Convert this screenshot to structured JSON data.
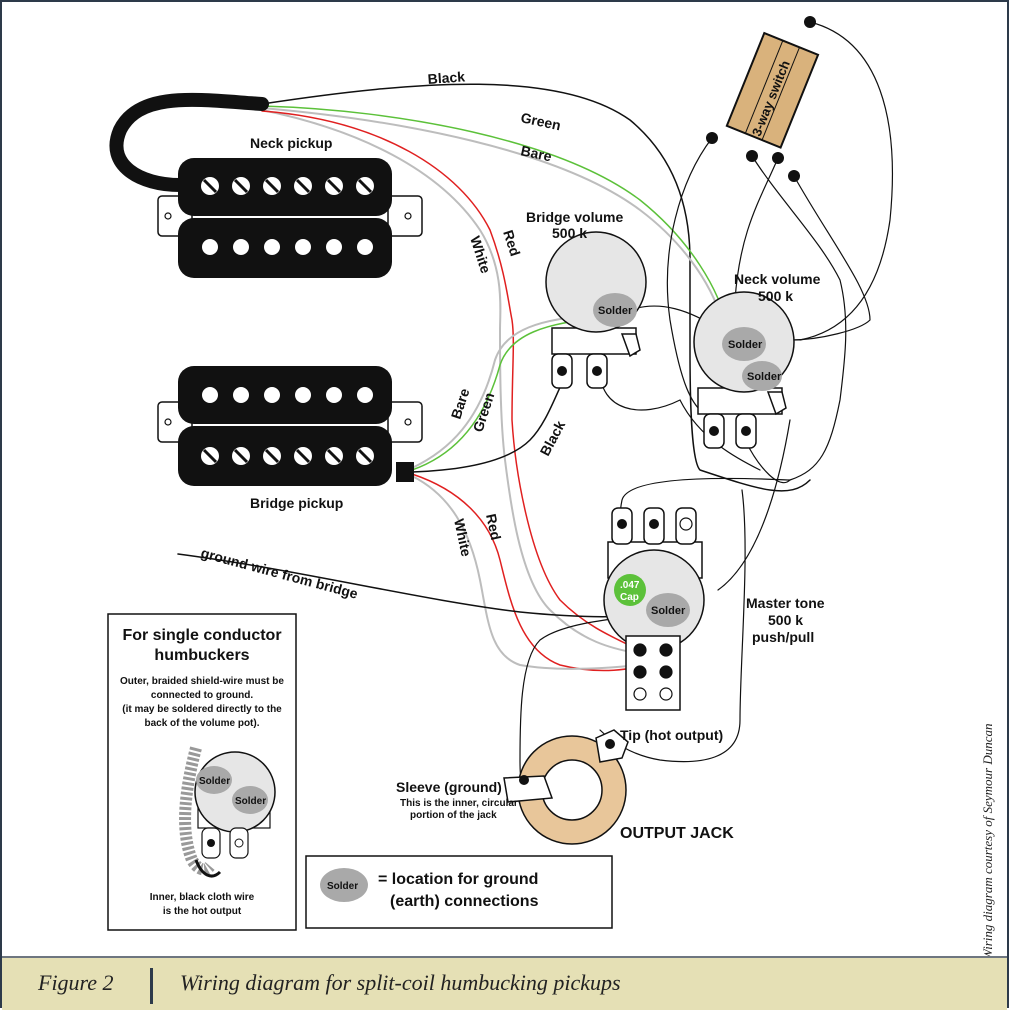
{
  "wires": {
    "black": "Black",
    "green": "Green",
    "bare": "Bare",
    "white": "White",
    "red": "Red",
    "ground_from_bridge": "ground wire from bridge"
  },
  "components": {
    "neck_pickup": "Neck pickup",
    "bridge_pickup": "Bridge pickup",
    "switch": "3-way switch",
    "bridge_volume_line1": "Bridge volume",
    "bridge_volume_line2": "500 k",
    "neck_volume_line1": "Neck volume",
    "neck_volume_line2": "500 k",
    "master_tone_line1": "Master tone",
    "master_tone_line2": "500 k",
    "master_tone_line3": "push/pull",
    "cap_line1": ".047",
    "cap_line2": "Cap",
    "solder": "Solder",
    "tip": "Tip (hot output)",
    "sleeve": "Sleeve (ground)",
    "sleeve_note_line1": "This is the inner, circular",
    "sleeve_note_line2": "portion of the jack",
    "output_jack": "OUTPUT JACK"
  },
  "single_conductor_box": {
    "title_line1": "For single conductor",
    "title_line2": "humbuckers",
    "line1": "Outer, braided shield-wire must be",
    "line2": "connected to ground.",
    "line3": "(it may be soldered directly to the",
    "line4": "back of the volume pot).",
    "foot_line1": "Inner, black cloth wire",
    "foot_line2": "is the hot output"
  },
  "legend": {
    "badge": "Solder",
    "text_line1": "= location for ground",
    "text_line2": "(earth) connections"
  },
  "credit": "Wiring diagram courtesy of Seymour Duncan",
  "caption": {
    "number": "Figure 2",
    "text": "Wiring diagram for split-coil humbucking pickups"
  },
  "colors": {
    "caption_bg": "#e5e0b5",
    "frame": "#2d3a4a",
    "red_wire": "#e02020",
    "green_wire": "#5cc13a",
    "bare_wire": "#bdbdbd",
    "switch_body": "#d9b27c",
    "cap": "#5cc13a",
    "solder": "#a9a9a9"
  }
}
